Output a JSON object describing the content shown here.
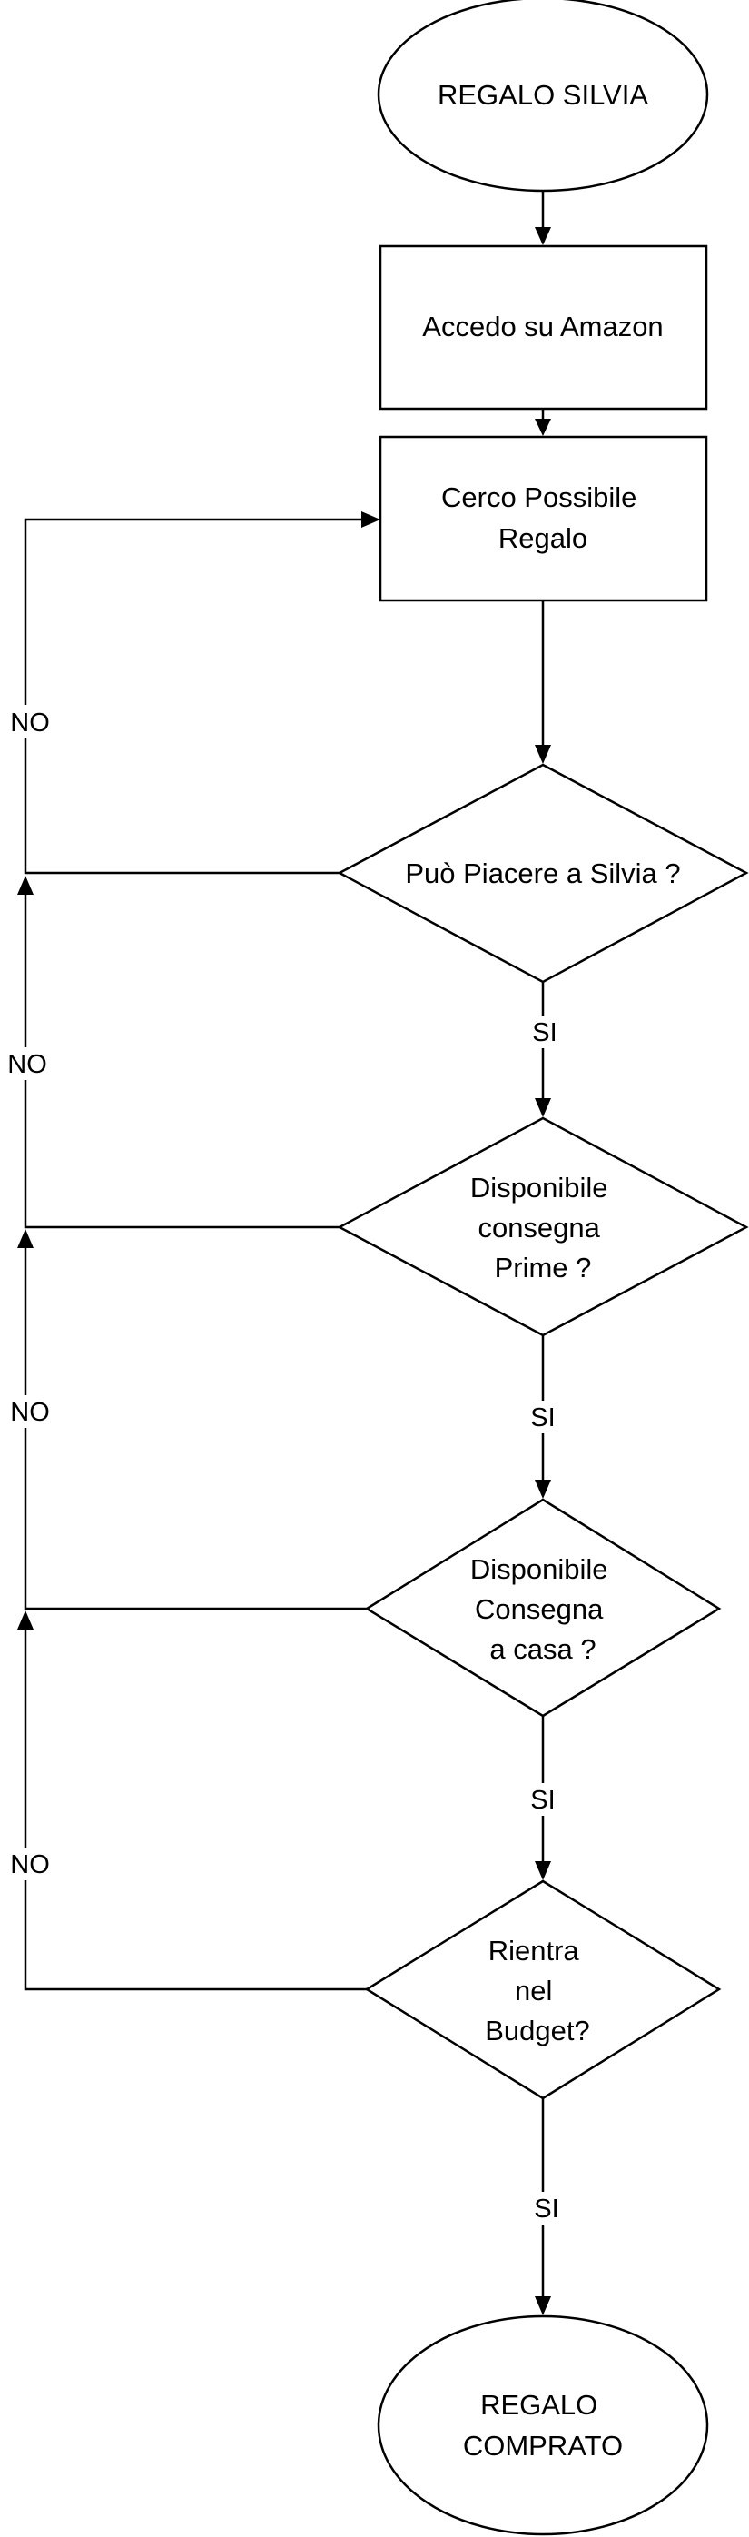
{
  "nodes": {
    "start": {
      "lines": [
        "REGALO SILVIA"
      ]
    },
    "access": {
      "lines": [
        "Accedo su Amazon"
      ]
    },
    "search": {
      "lines": [
        "Cerco Possibile",
        "Regalo"
      ]
    },
    "q_like": {
      "lines": [
        "Può Piacere a Silvia ?"
      ]
    },
    "q_prime": {
      "lines": [
        "Disponibile",
        "consegna",
        "Prime ?"
      ]
    },
    "q_home": {
      "lines": [
        "Disponibile",
        "Consegna",
        "a casa ?"
      ]
    },
    "q_budget": {
      "lines": [
        "Rientra",
        "nel",
        "Budget?"
      ]
    },
    "end": {
      "lines": [
        "REGALO",
        "COMPRATO"
      ]
    }
  },
  "edge_labels": {
    "yes": "SI",
    "no": "NO"
  }
}
